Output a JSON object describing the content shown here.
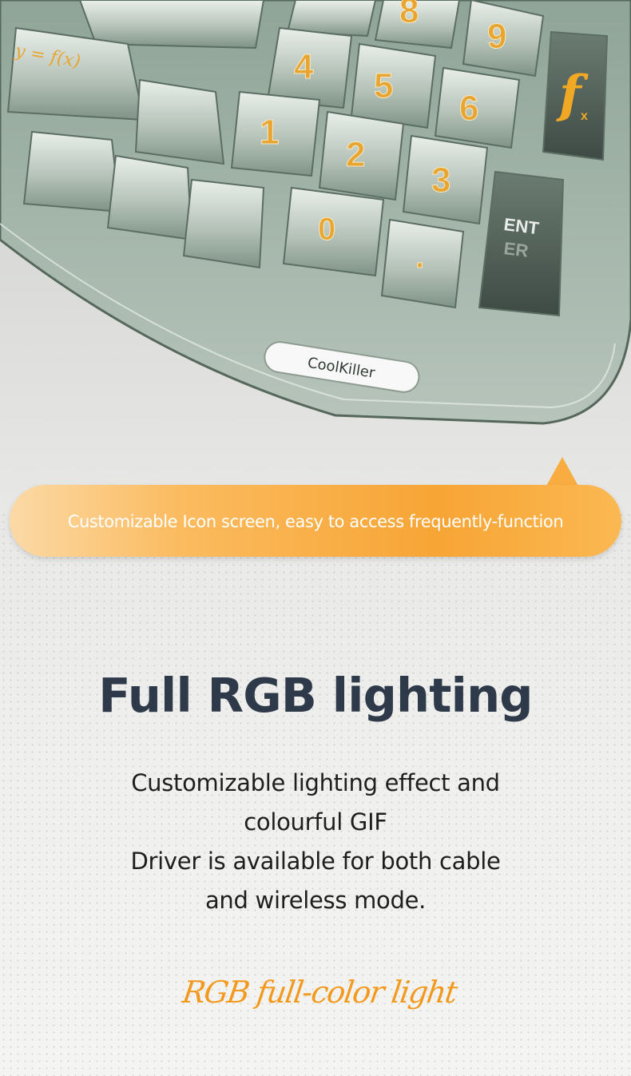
{
  "keyboard": {
    "brand": "CoolKiller",
    "function_key": "f",
    "function_sub": "x",
    "formula_key": "y = f(x)",
    "enter_label": [
      "ENT",
      "ER"
    ],
    "numbers": [
      "8",
      "9",
      "4",
      "5",
      "6",
      "1",
      "2",
      "3",
      "0",
      "."
    ],
    "accent_color": "#e8a631"
  },
  "callout": {
    "text": "Customizable Icon screen, easy to access frequently-function",
    "color": "#f8ab3c"
  },
  "headline": "Full RGB lighting",
  "body_lines": [
    "Customizable lighting effect and",
    "colourful GIF",
    "Driver is available for both cable",
    "and wireless mode."
  ],
  "script_caption": "RGB full-color light"
}
